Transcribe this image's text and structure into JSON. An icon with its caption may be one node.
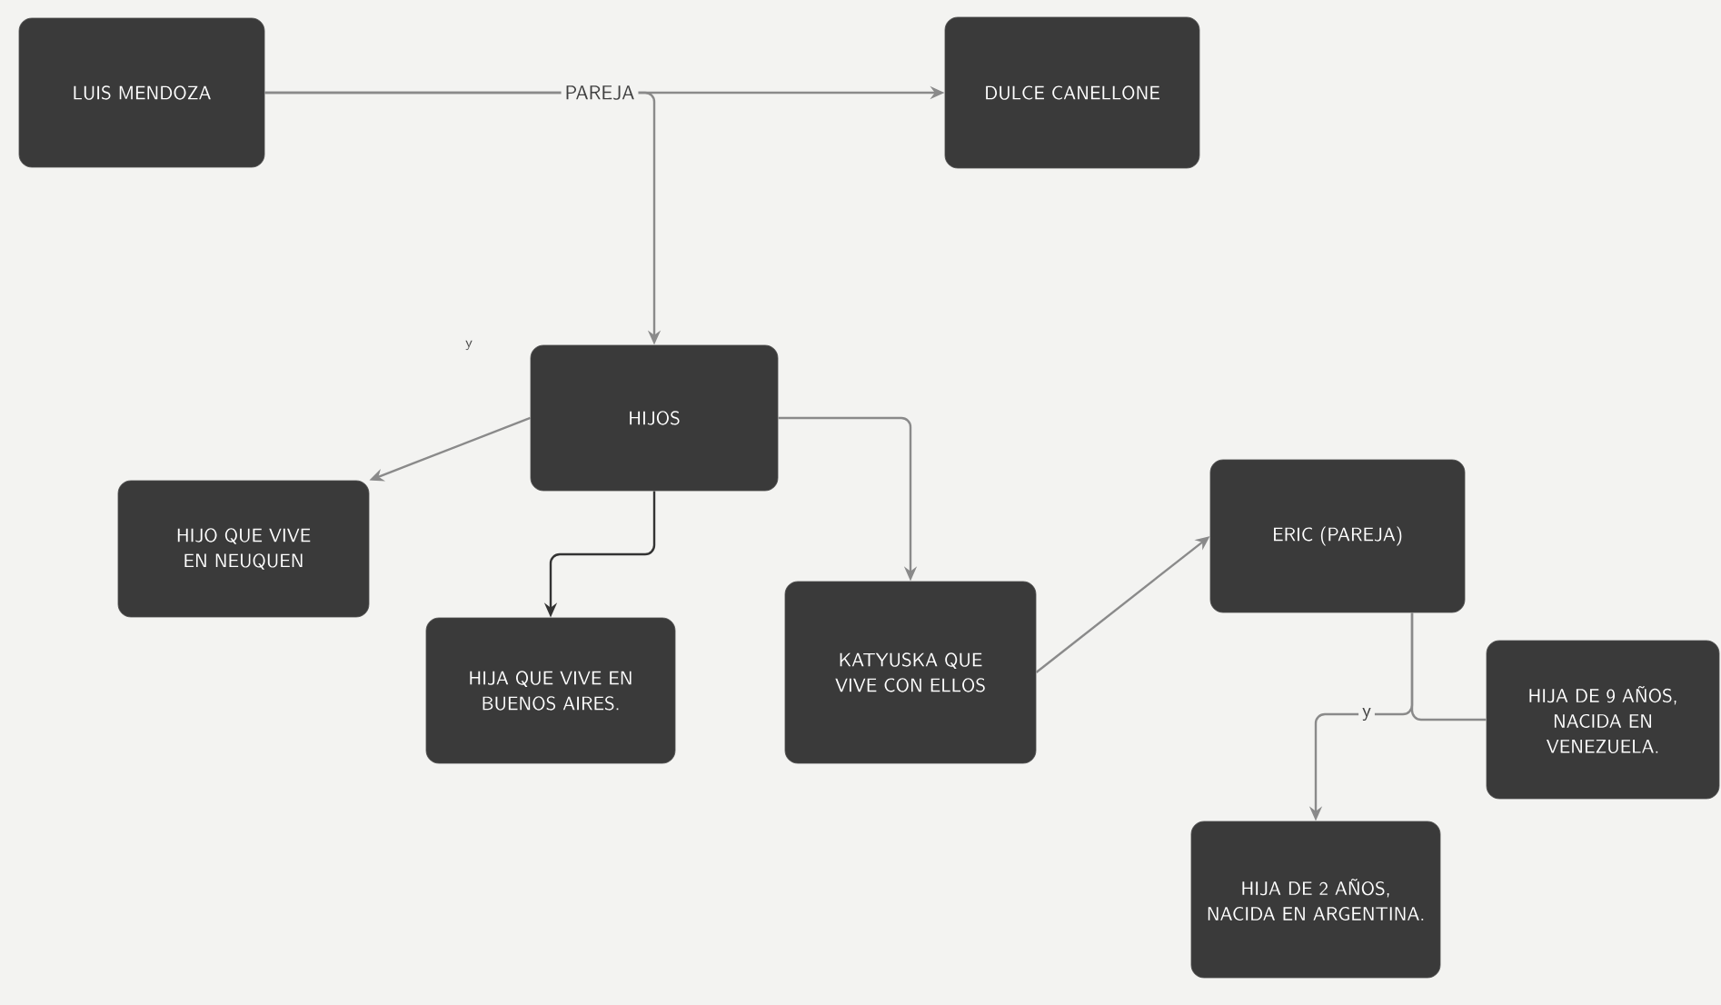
{
  "diagram": {
    "nodes": [
      {
        "text": [
          "LUIS MENDOZA"
        ]
      },
      {
        "text": [
          "DULCE CANELLONE"
        ]
      },
      {
        "text": [
          "HIJOS"
        ]
      },
      {
        "text": [
          "HIJO QUE VIVE EN NEUQUEN"
        ]
      },
      {
        "text": [
          "HIJA QUE VIVE EN BUENOS AIRES."
        ]
      },
      {
        "text": [
          "KATYUSKA QUE VIVE CON ELLOS"
        ]
      },
      {
        "text": [
          "ERIC (PAREJA)"
        ]
      },
      {
        "text": [
          "HIJA DE 9 AÑOS, NACIDA EN VENEZUELA."
        ]
      },
      {
        "text": [
          "HIJA DE 2 AÑOS, NACIDA EN ARGENTINA."
        ]
      }
    ],
    "edges": [
      {
        "from": 0,
        "to": 1,
        "arrow": "to",
        "label": "PAREJA"
      },
      {
        "from": 0,
        "to": 2,
        "arrow": "to"
      },
      {
        "from": 2,
        "to": 3,
        "arrow": "to"
      },
      {
        "from": 2,
        "to": 4,
        "arrow": "to",
        "color": "#333333"
      },
      {
        "from": 2,
        "to": 5,
        "arrow": "to"
      },
      {
        "from": 5,
        "to": 6,
        "arrow": "to"
      },
      {
        "from": 6,
        "to": 8,
        "arrow": "to",
        "label": "y"
      },
      {
        "from": 6,
        "to": 7,
        "arrow": "none"
      }
    ],
    "labels": [
      "y"
    ]
  }
}
